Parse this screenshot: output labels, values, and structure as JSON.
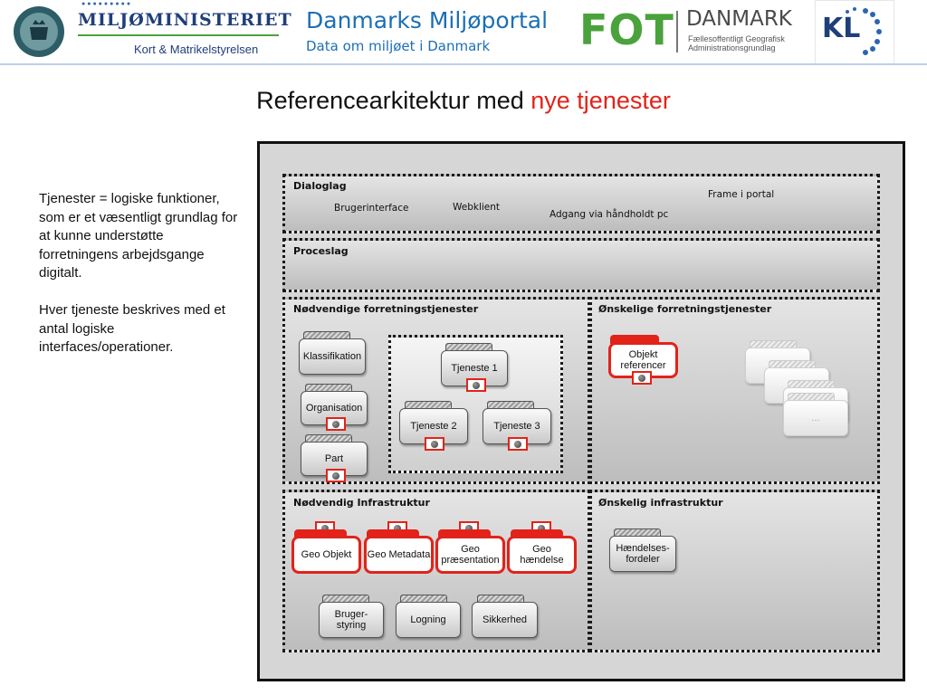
{
  "header": {
    "ministry": {
      "dots": "●●●●●●●●●",
      "name": "MILJØMINISTERIET",
      "agency": "Kort & Matrikelstyrelsen"
    },
    "portal": {
      "name": "Danmarks Miljøportal",
      "tagline": "Data om miljøet i Danmark"
    },
    "fot": {
      "mark": "FOT",
      "country": "DANMARK",
      "sub_line1": "Fællesoffentligt Geografisk",
      "sub_line2": "Administrationsgrundlag"
    },
    "kl": {
      "mark": "KL"
    }
  },
  "title": {
    "main": "Referencearkitektur med ",
    "accent": "nye tjenester"
  },
  "side_text": {
    "paragraph1": "Tjenester =  logiske funktioner, som er et væsentligt grundlag for at kunne understøtte forretningens arbejdsgange digitalt.",
    "paragraph2": "Hver tjeneste beskrives med et antal logiske interfaces/operationer."
  },
  "diagram": {
    "dialog_layer": {
      "label": "Dialoglag",
      "items": [
        "Brugerinterface",
        "Webklient",
        "Adgang via håndholdt pc",
        "Frame i portal"
      ]
    },
    "process_layer": {
      "label": "Proceslag"
    },
    "required_business": {
      "label": "Nødvendige forretningstjenester",
      "services": [
        "Klassifikation",
        "Organisation",
        "Part"
      ],
      "group": [
        "Tjeneste 1",
        "Tjeneste 2",
        "Tjeneste 3"
      ]
    },
    "optional_business": {
      "label": "Ønskelige forretningstjenester",
      "new_service": "Objekt referencer",
      "placeholder": "..."
    },
    "required_infra": {
      "label": "Nødvendig Infrastruktur",
      "new_services": [
        "Geo Objekt",
        "Geo Metadata",
        "Geo præsentation",
        "Geo hændelse"
      ],
      "services": [
        "Bruger-styring",
        "Logning",
        "Sikkerhed"
      ]
    },
    "optional_infra": {
      "label": "Ønskelig infrastruktur",
      "services": [
        "Hændelses-fordeler"
      ]
    }
  },
  "colors": {
    "accent": "#e2231a",
    "portal_blue": "#1c6fb5",
    "fot_green": "#4aa23c",
    "ministry_navy": "#1f3e7a"
  }
}
